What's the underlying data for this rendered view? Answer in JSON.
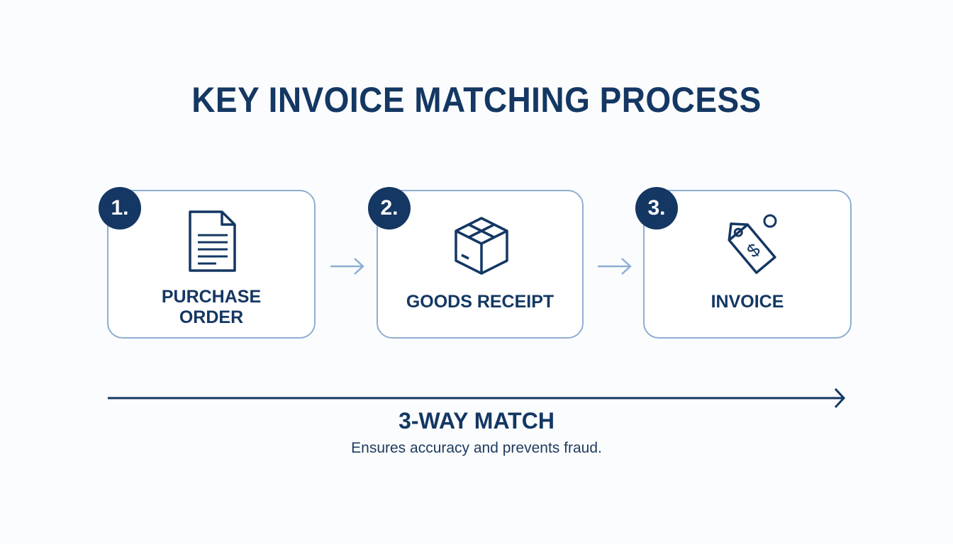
{
  "title": "KEY INVOICE MATCHING PROCESS",
  "steps": [
    {
      "number": "1.",
      "label_line1": "PURCHASE",
      "label_line2": "ORDER",
      "icon": "document-icon"
    },
    {
      "number": "2.",
      "label_line1": "GOODS RECEIPT",
      "label_line2": "",
      "icon": "box-icon"
    },
    {
      "number": "3.",
      "label_line1": "INVOICE",
      "label_line2": "",
      "icon": "price-tag-icon"
    }
  ],
  "match": {
    "title": "3-WAY MATCH",
    "subtitle": "Ensures accuracy and prevents fraud."
  },
  "colors": {
    "primary": "#143763",
    "card_border": "#8eaed3",
    "arrow_light": "#8eaed3",
    "background": "#fbfcfd"
  }
}
